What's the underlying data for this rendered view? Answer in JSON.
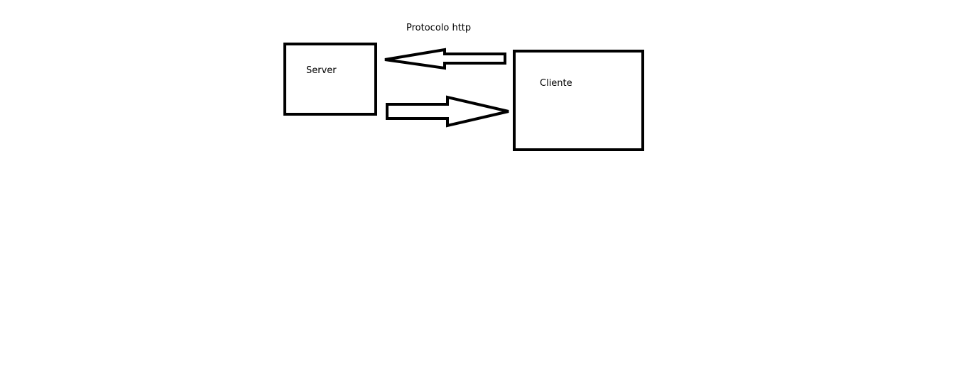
{
  "diagram": {
    "title": "Protocolo http",
    "nodes": {
      "server": {
        "label": "Server"
      },
      "client": {
        "label": "Cliente"
      }
    },
    "edges": [
      {
        "from": "client",
        "to": "server"
      },
      {
        "from": "server",
        "to": "client"
      }
    ],
    "colors": {
      "stroke": "#000000",
      "background": "#ffffff"
    }
  }
}
